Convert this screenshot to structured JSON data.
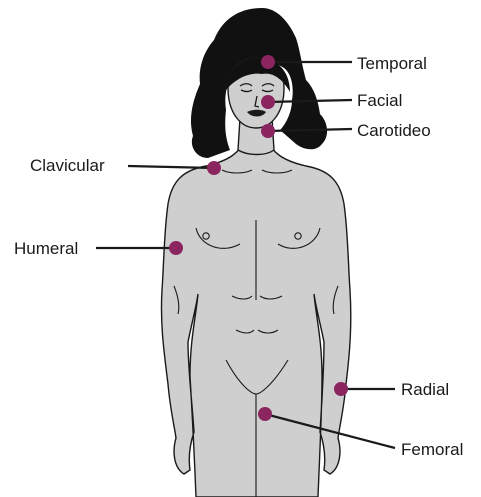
{
  "labels": {
    "temporal": "Temporal",
    "facial": "Facial",
    "carotideo": "Carotideo",
    "clavicular": "Clavicular",
    "humeral": "Humeral",
    "radial": "Radial",
    "femoral": "Femoral"
  },
  "colors": {
    "pulse_dot": "#8b2560",
    "body_fill": "#cfcfcf",
    "hair": "#111111",
    "outline": "#1a1a1a"
  }
}
